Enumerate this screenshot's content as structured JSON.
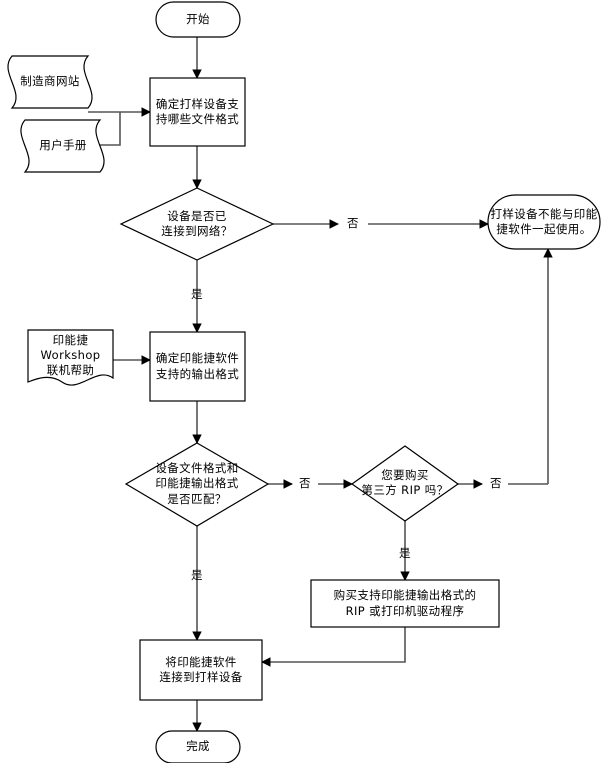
{
  "diagram": {
    "type": "flowchart",
    "title": "",
    "language": "zh-CN",
    "colors": {
      "stroke": "#000000",
      "fill": "#ffffff",
      "connector": "#555555",
      "text": "#000000"
    },
    "nodes": [
      {
        "id": "start",
        "shape": "terminator",
        "label": "开始"
      },
      {
        "id": "doc-vendor",
        "shape": "document",
        "label": "制造商网站"
      },
      {
        "id": "doc-manual",
        "shape": "document",
        "label": "用户手册"
      },
      {
        "id": "proc-formats",
        "shape": "process",
        "label": "确定打样设备支\n持哪些文件格式"
      },
      {
        "id": "dec-network",
        "shape": "decision",
        "label": "设备是否已\n连接到网络？"
      },
      {
        "id": "end-unusable",
        "shape": "terminator",
        "label": "打样设备不能与印能\n捷软件一起使用。"
      },
      {
        "id": "doc-help",
        "shape": "document",
        "label": "印能捷\nWorkshop\n联机帮助"
      },
      {
        "id": "proc-output",
        "shape": "process",
        "label": "确定印能捷软件\n支持的输出格式"
      },
      {
        "id": "dec-match",
        "shape": "decision",
        "label": "设备文件格式和\n印能捷输出格式\n是否匹配？"
      },
      {
        "id": "dec-rip",
        "shape": "decision",
        "label": "您要购买\n第三方 RIP 吗？"
      },
      {
        "id": "proc-buyrip",
        "shape": "process",
        "label": "购买支持印能捷输出格式的\nRIP 或打印机驱动程序"
      },
      {
        "id": "proc-connect",
        "shape": "process",
        "label": "将印能捷软件\n连接到打样设备"
      },
      {
        "id": "end-done",
        "shape": "terminator",
        "label": "完成"
      }
    ],
    "edges": [
      {
        "id": "e-start-formats",
        "from": "start",
        "to": "proc-formats",
        "label": ""
      },
      {
        "id": "e-vendor-formats",
        "from": "doc-vendor",
        "to": "proc-formats",
        "label": ""
      },
      {
        "id": "e-manual-formats",
        "from": "doc-manual",
        "to": "proc-formats",
        "label": ""
      },
      {
        "id": "e-formats-network",
        "from": "proc-formats",
        "to": "dec-network",
        "label": ""
      },
      {
        "id": "e-network-no",
        "from": "dec-network",
        "to": "end-unusable",
        "label": "否"
      },
      {
        "id": "e-network-yes",
        "from": "dec-network",
        "to": "proc-output",
        "label": "是"
      },
      {
        "id": "e-help-output",
        "from": "doc-help",
        "to": "proc-output",
        "label": ""
      },
      {
        "id": "e-output-match",
        "from": "proc-output",
        "to": "dec-match",
        "label": ""
      },
      {
        "id": "e-match-no",
        "from": "dec-match",
        "to": "dec-rip",
        "label": "否"
      },
      {
        "id": "e-match-yes",
        "from": "dec-match",
        "to": "proc-connect",
        "label": "是"
      },
      {
        "id": "e-rip-no",
        "from": "dec-rip",
        "to": "end-unusable",
        "label": "否"
      },
      {
        "id": "e-rip-yes",
        "from": "dec-rip",
        "to": "proc-buyrip",
        "label": "是"
      },
      {
        "id": "e-buyrip-connect",
        "from": "proc-buyrip",
        "to": "proc-connect",
        "label": ""
      },
      {
        "id": "e-connect-done",
        "from": "proc-connect",
        "to": "end-done",
        "label": ""
      }
    ],
    "edge_labels": {
      "network_no": "否",
      "network_yes": "是",
      "match_no": "否",
      "match_yes": "是",
      "rip_no": "否",
      "rip_yes": "是"
    }
  }
}
